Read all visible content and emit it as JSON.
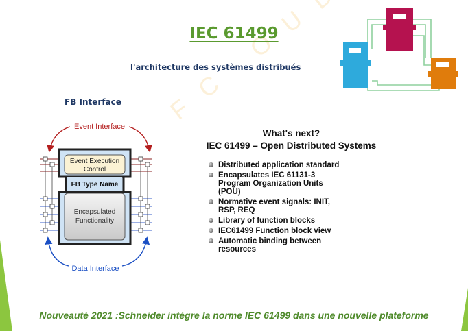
{
  "slide": {
    "title": "IEC 61499",
    "subtitle": "l'architecture des systèmes distribués",
    "fb_label": "FB Interface",
    "footer": "Nouveauté 2021 :Schneider intègre la norme IEC 61499 dans une nouvelle plateforme",
    "watermark": "FC OUD"
  },
  "fb_diagram": {
    "event_interface": "Event Interface",
    "event_execution_control": "Event Execution Control",
    "event_execution_line1": "Event Execution",
    "event_execution_line2": "Control",
    "type_name": "FB Type Name",
    "encapsulated_line1": "Encapsulated",
    "encapsulated_line2": "Functionality",
    "data_interface": "Data Interface"
  },
  "whats_next": {
    "heading_line1": "What's next?",
    "heading_line2": "IEC 61499 – Open Distributed Systems",
    "bullets": [
      "Distributed application standard",
      "Encapsulates IEC 61131-3 Program Organization Units (POU)",
      "Normative event signals: INIT, RSP, REQ",
      "Library of function blocks",
      "IEC61499 Function block view",
      "Automatic binding between resources"
    ]
  },
  "colors": {
    "title_green": "#5a9a2f",
    "navy": "#1f3864",
    "block_blue": "#2eaadc",
    "block_magenta": "#b5124f",
    "block_orange": "#e07c0c",
    "link_green": "#8fd19e",
    "annotation_red": "#b41e1e",
    "annotation_blue": "#1a4fc4"
  }
}
